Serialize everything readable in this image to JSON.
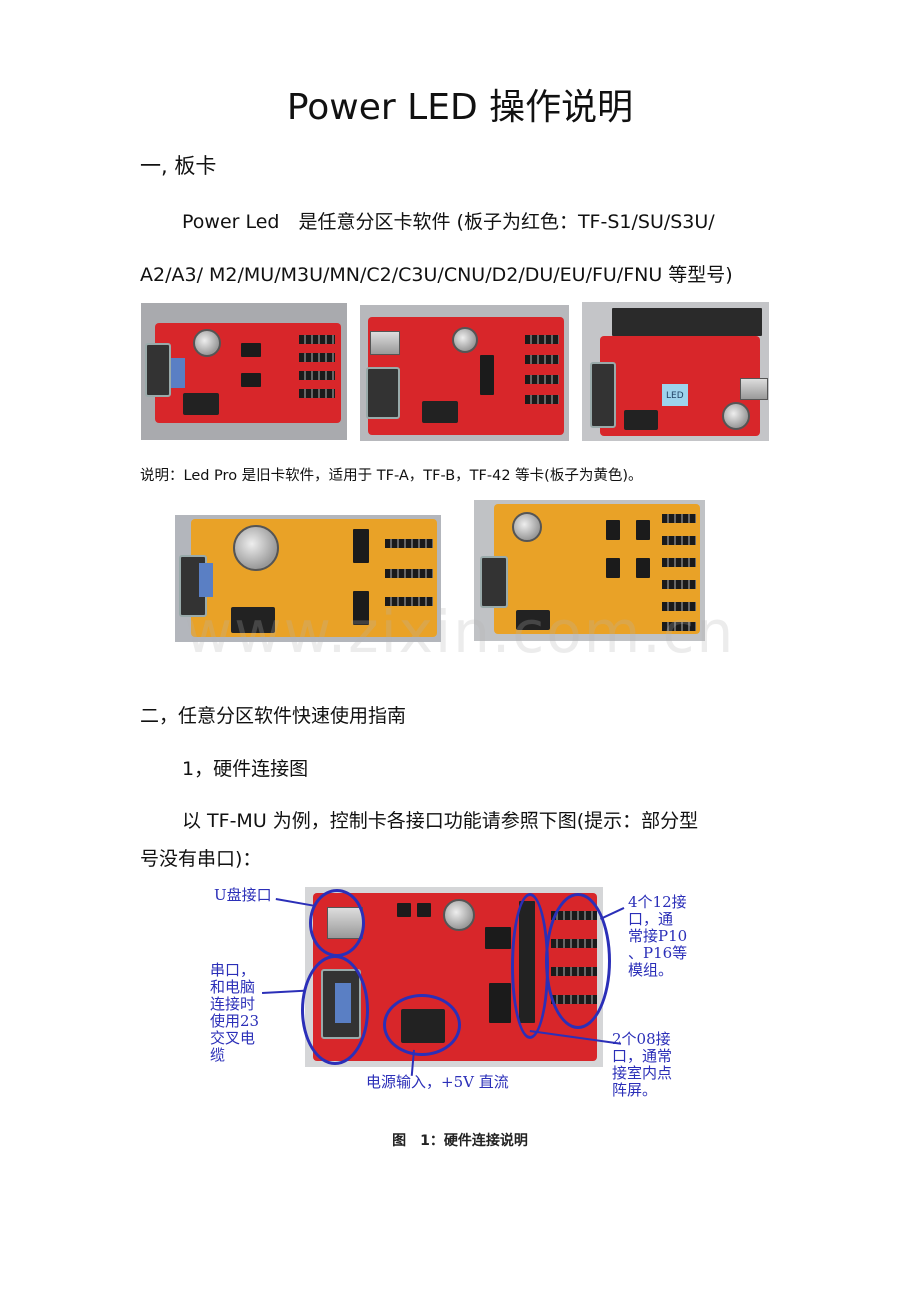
{
  "document": {
    "title": "Power LED 操作说明",
    "section1_heading": "一, 板卡",
    "intro_line1": "Power Led　是任意分区卡软件 (板子为红色：TF-S1/SU/S3U/",
    "intro_line2": "A2/A3/ M2/MU/M3U/MN/C2/C3U/CNU/D2/DU/EU/FU/FNU 等型号)",
    "note": "说明：Led Pro 是旧卡软件，适用于 TF-A，TF-B，TF-42 等卡(板子为黄色)。",
    "watermark": "www.zixin.com.cn",
    "section2_heading": "二，任意分区软件快速使用指南",
    "subheading": "1，硬件连接图",
    "para_line1": "以 TF-MU 为例，控制卡各接口功能请参照下图(提示：部分型",
    "para_line2": "号没有串口)：",
    "figure_caption": "图　1：硬件连接说明"
  },
  "diagram_labels": {
    "usb": "U盘接口",
    "serial": "串口，\n和电脑\n连接时\n使用23\n交叉电\n缆",
    "power": "电源输入，+5V 直流",
    "hub12": "4个12接\n口，通\n常接P10\n、P16等\n模组。",
    "hub08": "2个08接\n口，通常\n接室内点\n阵屏。",
    "board_led_text": "LED"
  },
  "colors": {
    "red_board": "#d8262a",
    "yellow_board": "#e9a227",
    "annotation_blue": "#2b2fb8"
  }
}
